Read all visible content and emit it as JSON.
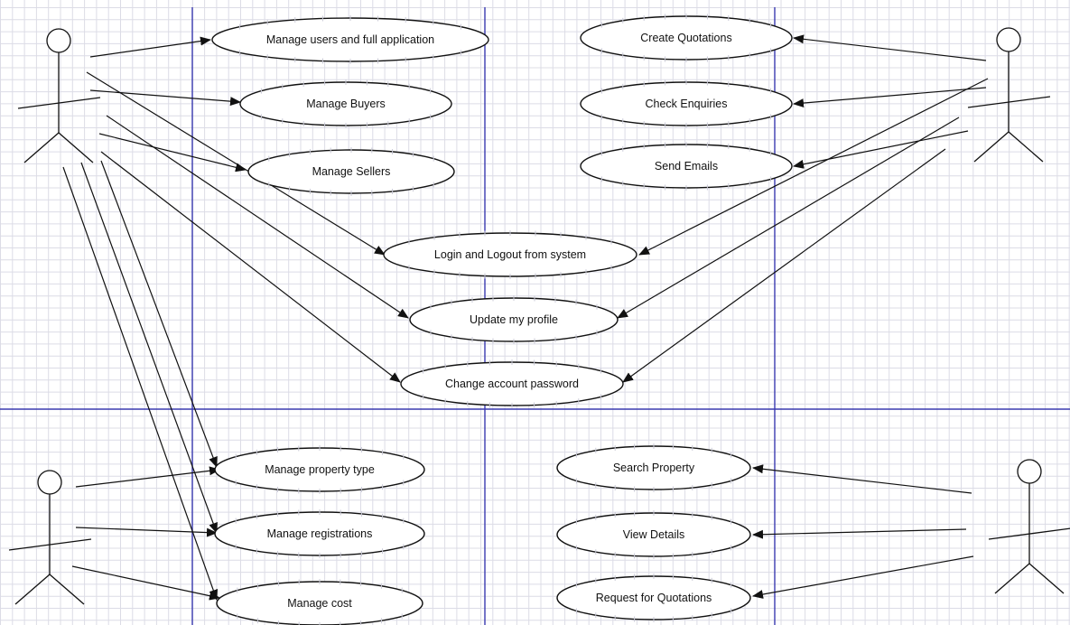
{
  "colors": {
    "background": "#ffffff",
    "grid_minor": "#dcdce6",
    "grid_major": "#3b3bb0",
    "stroke": "#111111",
    "use_case_fill": "#ffffff",
    "tick_marks": "#c9c9d6"
  },
  "use_cases": [
    {
      "id": "manage-users",
      "label": "Manage users and full application"
    },
    {
      "id": "manage-buyers",
      "label": "Manage Buyers"
    },
    {
      "id": "manage-sellers",
      "label": "Manage Sellers"
    },
    {
      "id": "create-quotations",
      "label": "Create Quotations"
    },
    {
      "id": "check-enquiries",
      "label": "Check Enquiries"
    },
    {
      "id": "send-emails",
      "label": "Send Emails"
    },
    {
      "id": "login-logout",
      "label": "Login and Logout from system"
    },
    {
      "id": "update-profile",
      "label": "Update my profile"
    },
    {
      "id": "change-password",
      "label": "Change account password"
    },
    {
      "id": "manage-property-type",
      "label": "Manage property type"
    },
    {
      "id": "manage-registrations",
      "label": "Manage registrations"
    },
    {
      "id": "manage-cost",
      "label": "Manage cost"
    },
    {
      "id": "search-property",
      "label": "Search Property"
    },
    {
      "id": "view-details",
      "label": "View Details"
    },
    {
      "id": "request-quotations",
      "label": "Request for Quotations"
    }
  ],
  "actors": [
    {
      "id": "actor-top-left"
    },
    {
      "id": "actor-top-right"
    },
    {
      "id": "actor-bottom-left"
    },
    {
      "id": "actor-bottom-right"
    }
  ],
  "associations": [
    {
      "from": "actor-top-left",
      "to": "manage-users"
    },
    {
      "from": "actor-top-left",
      "to": "manage-buyers"
    },
    {
      "from": "actor-top-left",
      "to": "manage-sellers"
    },
    {
      "from": "actor-top-left",
      "to": "login-logout"
    },
    {
      "from": "actor-top-left",
      "to": "update-profile"
    },
    {
      "from": "actor-top-left",
      "to": "change-password"
    },
    {
      "from": "actor-top-left",
      "to": "manage-property-type"
    },
    {
      "from": "actor-top-left",
      "to": "manage-registrations"
    },
    {
      "from": "actor-top-left",
      "to": "manage-cost"
    },
    {
      "from": "actor-top-right",
      "to": "create-quotations"
    },
    {
      "from": "actor-top-right",
      "to": "check-enquiries"
    },
    {
      "from": "actor-top-right",
      "to": "send-emails"
    },
    {
      "from": "actor-top-right",
      "to": "login-logout"
    },
    {
      "from": "actor-top-right",
      "to": "update-profile"
    },
    {
      "from": "actor-top-right",
      "to": "change-password"
    },
    {
      "from": "actor-bottom-left",
      "to": "manage-property-type"
    },
    {
      "from": "actor-bottom-left",
      "to": "manage-registrations"
    },
    {
      "from": "actor-bottom-left",
      "to": "manage-cost"
    },
    {
      "from": "actor-bottom-right",
      "to": "search-property"
    },
    {
      "from": "actor-bottom-right",
      "to": "view-details"
    },
    {
      "from": "actor-bottom-right",
      "to": "request-quotations"
    }
  ]
}
